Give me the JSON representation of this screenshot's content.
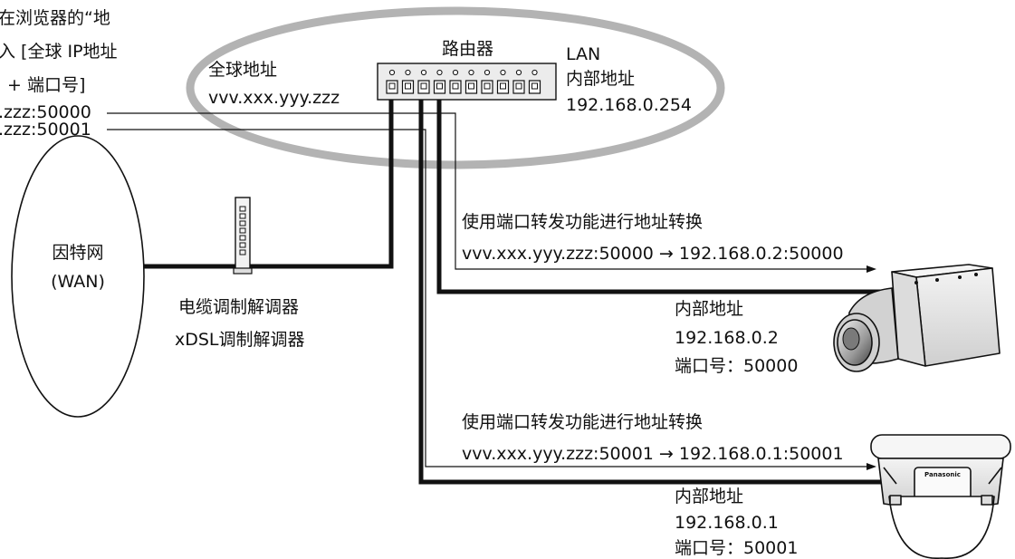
{
  "browser_instruction": {
    "line1": "在浏览器的“地",
    "line2": "入 [全球 IP地址",
    "line3": "+ 端口号]",
    "url_1": ".zzz:50000",
    "url_2": ".zzz:50001"
  },
  "router": {
    "title": "路由器",
    "global_label": "全球地址",
    "global_address": "vvv.xxx.yyy.zzz",
    "lan_label": "LAN",
    "internal_label": "内部地址",
    "internal_address": "192.168.0.254"
  },
  "internet": {
    "name": "因特网",
    "abbr": "(WAN)"
  },
  "modem": {
    "line1": "电缆调制解调器",
    "line2": "xDSL调制解调器"
  },
  "forward_1": {
    "caption": "使用端口转发功能进行地址转换",
    "rule": "vvv.xxx.yyy.zzz:50000 → 192.168.0.2:50000"
  },
  "camera_1": {
    "internal_label": "内部地址",
    "address": "192.168.0.2",
    "port": "端口号：50000"
  },
  "forward_2": {
    "caption": "使用端口转发功能进行地址转换",
    "rule": "vvv.xxx.yyy.zzz:50001 → 192.168.0.1:50001"
  },
  "camera_2": {
    "internal_label": "内部地址",
    "address": "192.168.0.1",
    "port": "端口号：50001",
    "brand": "Panasonic"
  },
  "colors": {
    "ellipse_stroke": "#b3b3b3",
    "line": "#111111",
    "camera_body": "#e9e9e9"
  }
}
